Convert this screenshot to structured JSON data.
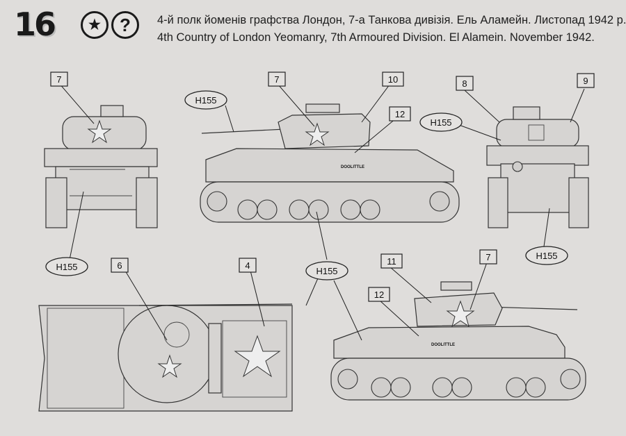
{
  "step": {
    "number": "16"
  },
  "symbols": [
    {
      "name": "paint-icon",
      "glyph": "★"
    },
    {
      "name": "question-icon",
      "glyph": "?"
    }
  ],
  "caption": {
    "ua": "4-й полк йоменів графства Лондон, 7-а Танкова дивізія. Ель Аламейн. Листопад 1942 р.",
    "en": "4th Country of London Yeomanry, 7th Armoured Division. El Alamein. November 1942."
  },
  "callouts": {
    "front_7": "7",
    "side_7": "7",
    "side_10": "10",
    "side_12": "12",
    "rear_8": "8",
    "rear_9": "9",
    "top_6": "6",
    "top_4": "4",
    "side2_11": "11",
    "side2_7": "7",
    "side2_12": "12"
  },
  "paints": {
    "side": "H155",
    "rear": "H155",
    "rear_bottom": "H155",
    "front_bottom": "H155",
    "top": "H155"
  },
  "tank_name": "DOOLITTLE"
}
